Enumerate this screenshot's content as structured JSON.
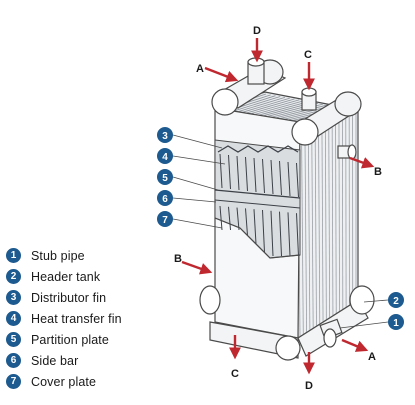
{
  "diagram": {
    "callouts_left": [
      {
        "number": "3"
      },
      {
        "number": "4"
      },
      {
        "number": "5"
      },
      {
        "number": "6"
      },
      {
        "number": "7"
      }
    ],
    "callouts_right": [
      {
        "number": "2"
      },
      {
        "number": "1"
      }
    ],
    "flow_labels": {
      "a_top": "A",
      "d_top": "D",
      "c_top": "C",
      "b_right": "B",
      "b_left": "B",
      "c_bottom": "C",
      "d_bottom": "D",
      "a_bottom": "A"
    },
    "colors": {
      "badge": "#1d5a8f",
      "arrow": "#c0282f",
      "outline": "#4a4a4a"
    }
  },
  "legend": {
    "items": [
      {
        "number": "1",
        "label": "Stub pipe"
      },
      {
        "number": "2",
        "label": "Header tank"
      },
      {
        "number": "3",
        "label": "Distributor fin"
      },
      {
        "number": "4",
        "label": "Heat transfer fin"
      },
      {
        "number": "5",
        "label": "Partition plate"
      },
      {
        "number": "6",
        "label": "Side bar"
      },
      {
        "number": "7",
        "label": "Cover plate"
      }
    ]
  }
}
